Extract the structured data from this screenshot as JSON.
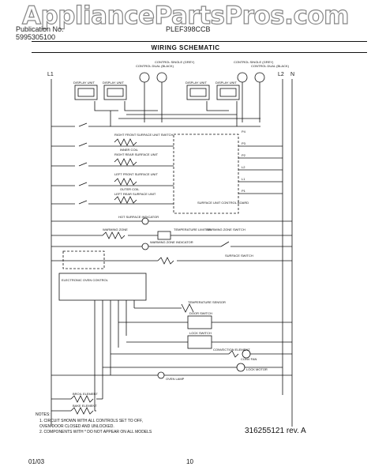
{
  "watermark": "AppliancePartsPros.com",
  "header": {
    "publication_label": "Publication No.",
    "publication_number": "5995305100",
    "model": "PLEF398CCB"
  },
  "title": "WIRING SCHEMATIC",
  "lines": {
    "l1": "L1",
    "l2": "L2",
    "n": "N"
  },
  "components": {
    "display_unit_1": "DISPLAY UNIT",
    "display_unit_2": "DISPLAY UNIT",
    "display_unit_3": "DISPLAY UNIT",
    "display_unit_4": "DISPLAY UNIT",
    "control_dual_left": "CONTROL DUAL (BLACK)",
    "control_single_left": "CONTROL SINGLE (GREY)",
    "control_single_right": "CONTROL SINGLE (GREY)",
    "control_dual_right": "CONTROL DUAL (BLACK)",
    "rf_limit": "RIGHT FRONT SURFACE UNIT SWITCH",
    "rr_limit": "RIGHT REAR SURFACE UNIT",
    "lf_limit": "LEFT FRONT SURFACE UNIT",
    "lr_limit": "LEFT REAR SURFACE UNIT",
    "inner_coil": "INNER COIL",
    "outer_coil": "OUTER COIL",
    "surface_control_board": "SURFACE UNIT CONTROL BOARD",
    "hot_surface": "HOT SURFACE INDICATOR",
    "warming_zone": "WARMING ZONE",
    "temp_limiter": "TEMPERATURE LIMITER",
    "warming_switch": "WARMING ZONE SWITCH",
    "warming_indicator": "WARMING ZONE INDICATOR",
    "oven_lamp": "OVEN LAMP",
    "bake_element": "BAKE ELEMENT",
    "broil_element": "BROIL ELEMENT",
    "door_switch": "DOOR SWITCH",
    "lock_switch": "LOCK SWITCH",
    "convection_element": "CONVECTION ELEMENT",
    "conv_fan": "CONV FAN",
    "lock_motor": "LOCK MOTOR",
    "oven_control": "ELECTRONIC OVEN CONTROL",
    "temp_sensor": "TEMPERATURE SENSOR",
    "surface_switch": "SURFACE SWITCH",
    "terminal_p1": "P1",
    "terminal_p2": "P2",
    "terminal_p3": "P3",
    "terminal_p4": "P4",
    "terminal_l1": "L1",
    "terminal_l2": "L2"
  },
  "notes": {
    "heading": "NOTES:",
    "line1": "1. CIRCUIT SHOWN WITH ALL CONTROLS SET TO OFF,",
    "line2": "   OVEN DOOR CLOSED AND UNLOCKED.",
    "line3": "2. COMPONENTS WITH * DO NOT APPEAR ON ALL MODELS"
  },
  "part_number": "316255121 rev. A",
  "footer": {
    "date": "01/03",
    "page": "10"
  }
}
